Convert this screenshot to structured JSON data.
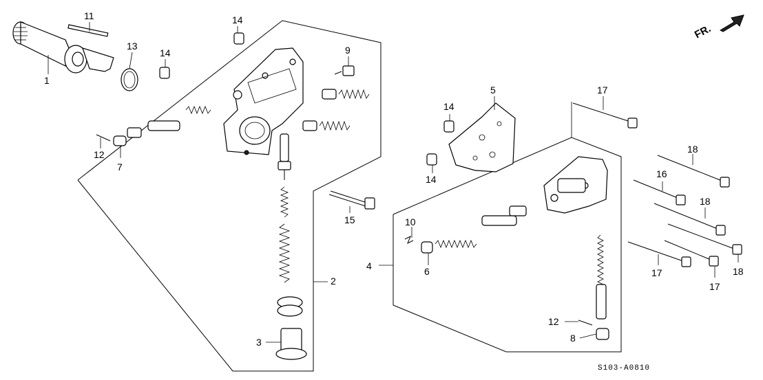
{
  "diagram": {
    "title": "Regulator valve body / servo body parts diagram",
    "code": "S103-A0810",
    "direction_label": "FR.",
    "callouts": [
      {
        "id": "c1",
        "text": "1"
      },
      {
        "id": "c2",
        "text": "2"
      },
      {
        "id": "c3",
        "text": "3"
      },
      {
        "id": "c4",
        "text": "4"
      },
      {
        "id": "c5",
        "text": "5"
      },
      {
        "id": "c6",
        "text": "6"
      },
      {
        "id": "c7",
        "text": "7"
      },
      {
        "id": "c8",
        "text": "8"
      },
      {
        "id": "c9",
        "text": "9"
      },
      {
        "id": "c10",
        "text": "10"
      },
      {
        "id": "c11",
        "text": "11"
      },
      {
        "id": "c12a",
        "text": "12"
      },
      {
        "id": "c12b",
        "text": "12"
      },
      {
        "id": "c13",
        "text": "13"
      },
      {
        "id": "c14a",
        "text": "14"
      },
      {
        "id": "c14b",
        "text": "14"
      },
      {
        "id": "c14c",
        "text": "14"
      },
      {
        "id": "c14d",
        "text": "14"
      },
      {
        "id": "c15",
        "text": "15"
      },
      {
        "id": "c16",
        "text": "16"
      },
      {
        "id": "c17a",
        "text": "17"
      },
      {
        "id": "c17b",
        "text": "17"
      },
      {
        "id": "c17c",
        "text": "17"
      },
      {
        "id": "c18a",
        "text": "18"
      },
      {
        "id": "c18b",
        "text": "18"
      },
      {
        "id": "c18c",
        "text": "18"
      }
    ]
  }
}
